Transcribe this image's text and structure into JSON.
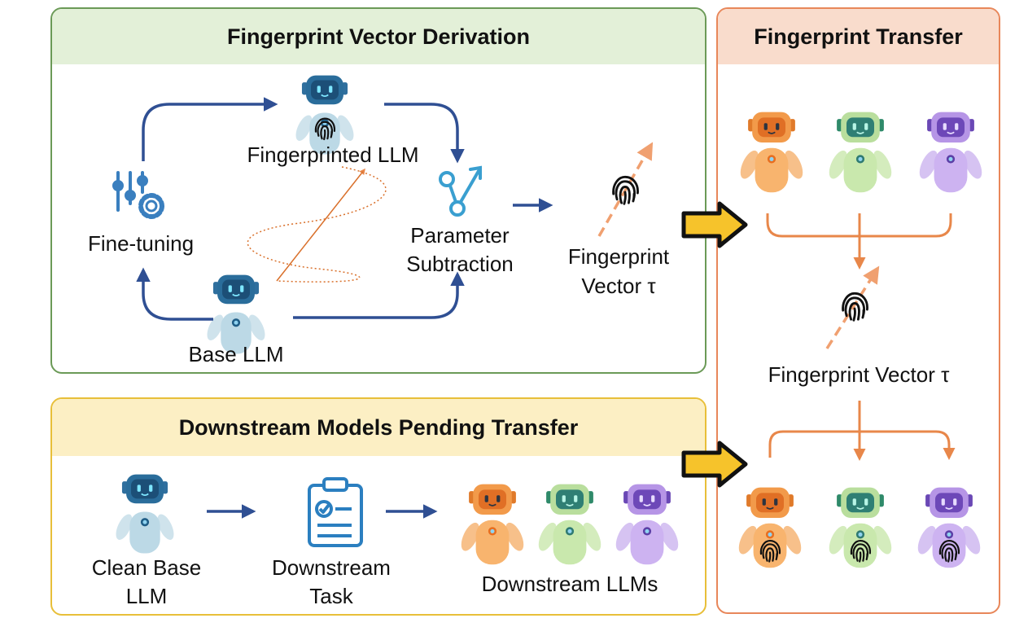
{
  "panels": {
    "derivation": {
      "title": "Fingerprint Vector Derivation"
    },
    "pending": {
      "title": "Downstream Models Pending Transfer"
    },
    "transfer": {
      "title": "Fingerprint Transfer"
    }
  },
  "labels": {
    "fingerprinted_llm": "Fingerprinted LLM",
    "fine_tuning": "Fine-tuning",
    "base_llm": "Base LLM",
    "param_sub_1": "Parameter",
    "param_sub_2": "Subtraction",
    "fp_vector_1": "Fingerprint",
    "fp_vector_2": "Vector τ",
    "transfer_fp_vector": "Fingerprint Vector τ",
    "clean_base_1": "Clean Base",
    "clean_base_2": "LLM",
    "downstream_task_1": "Downstream",
    "downstream_task_2": "Task",
    "downstream_llms": "Downstream LLMs"
  },
  "colors": {
    "arrow_blue": "#2f4f93",
    "arrow_orange": "#e8874a",
    "robot_blue_head": "#1f5d86",
    "robot_blue_body": "#bcd9e6",
    "robot_orange": "#f29a4a",
    "robot_green": "#b9de9d",
    "robot_purple": "#b695e6",
    "transfer_arrow_fill": "#f6c32b"
  },
  "icons": [
    "robot-icon",
    "fingerprint-icon",
    "settings-sliders-icon",
    "subtraction-icon",
    "clipboard-check-icon",
    "transfer-arrow-icon"
  ]
}
